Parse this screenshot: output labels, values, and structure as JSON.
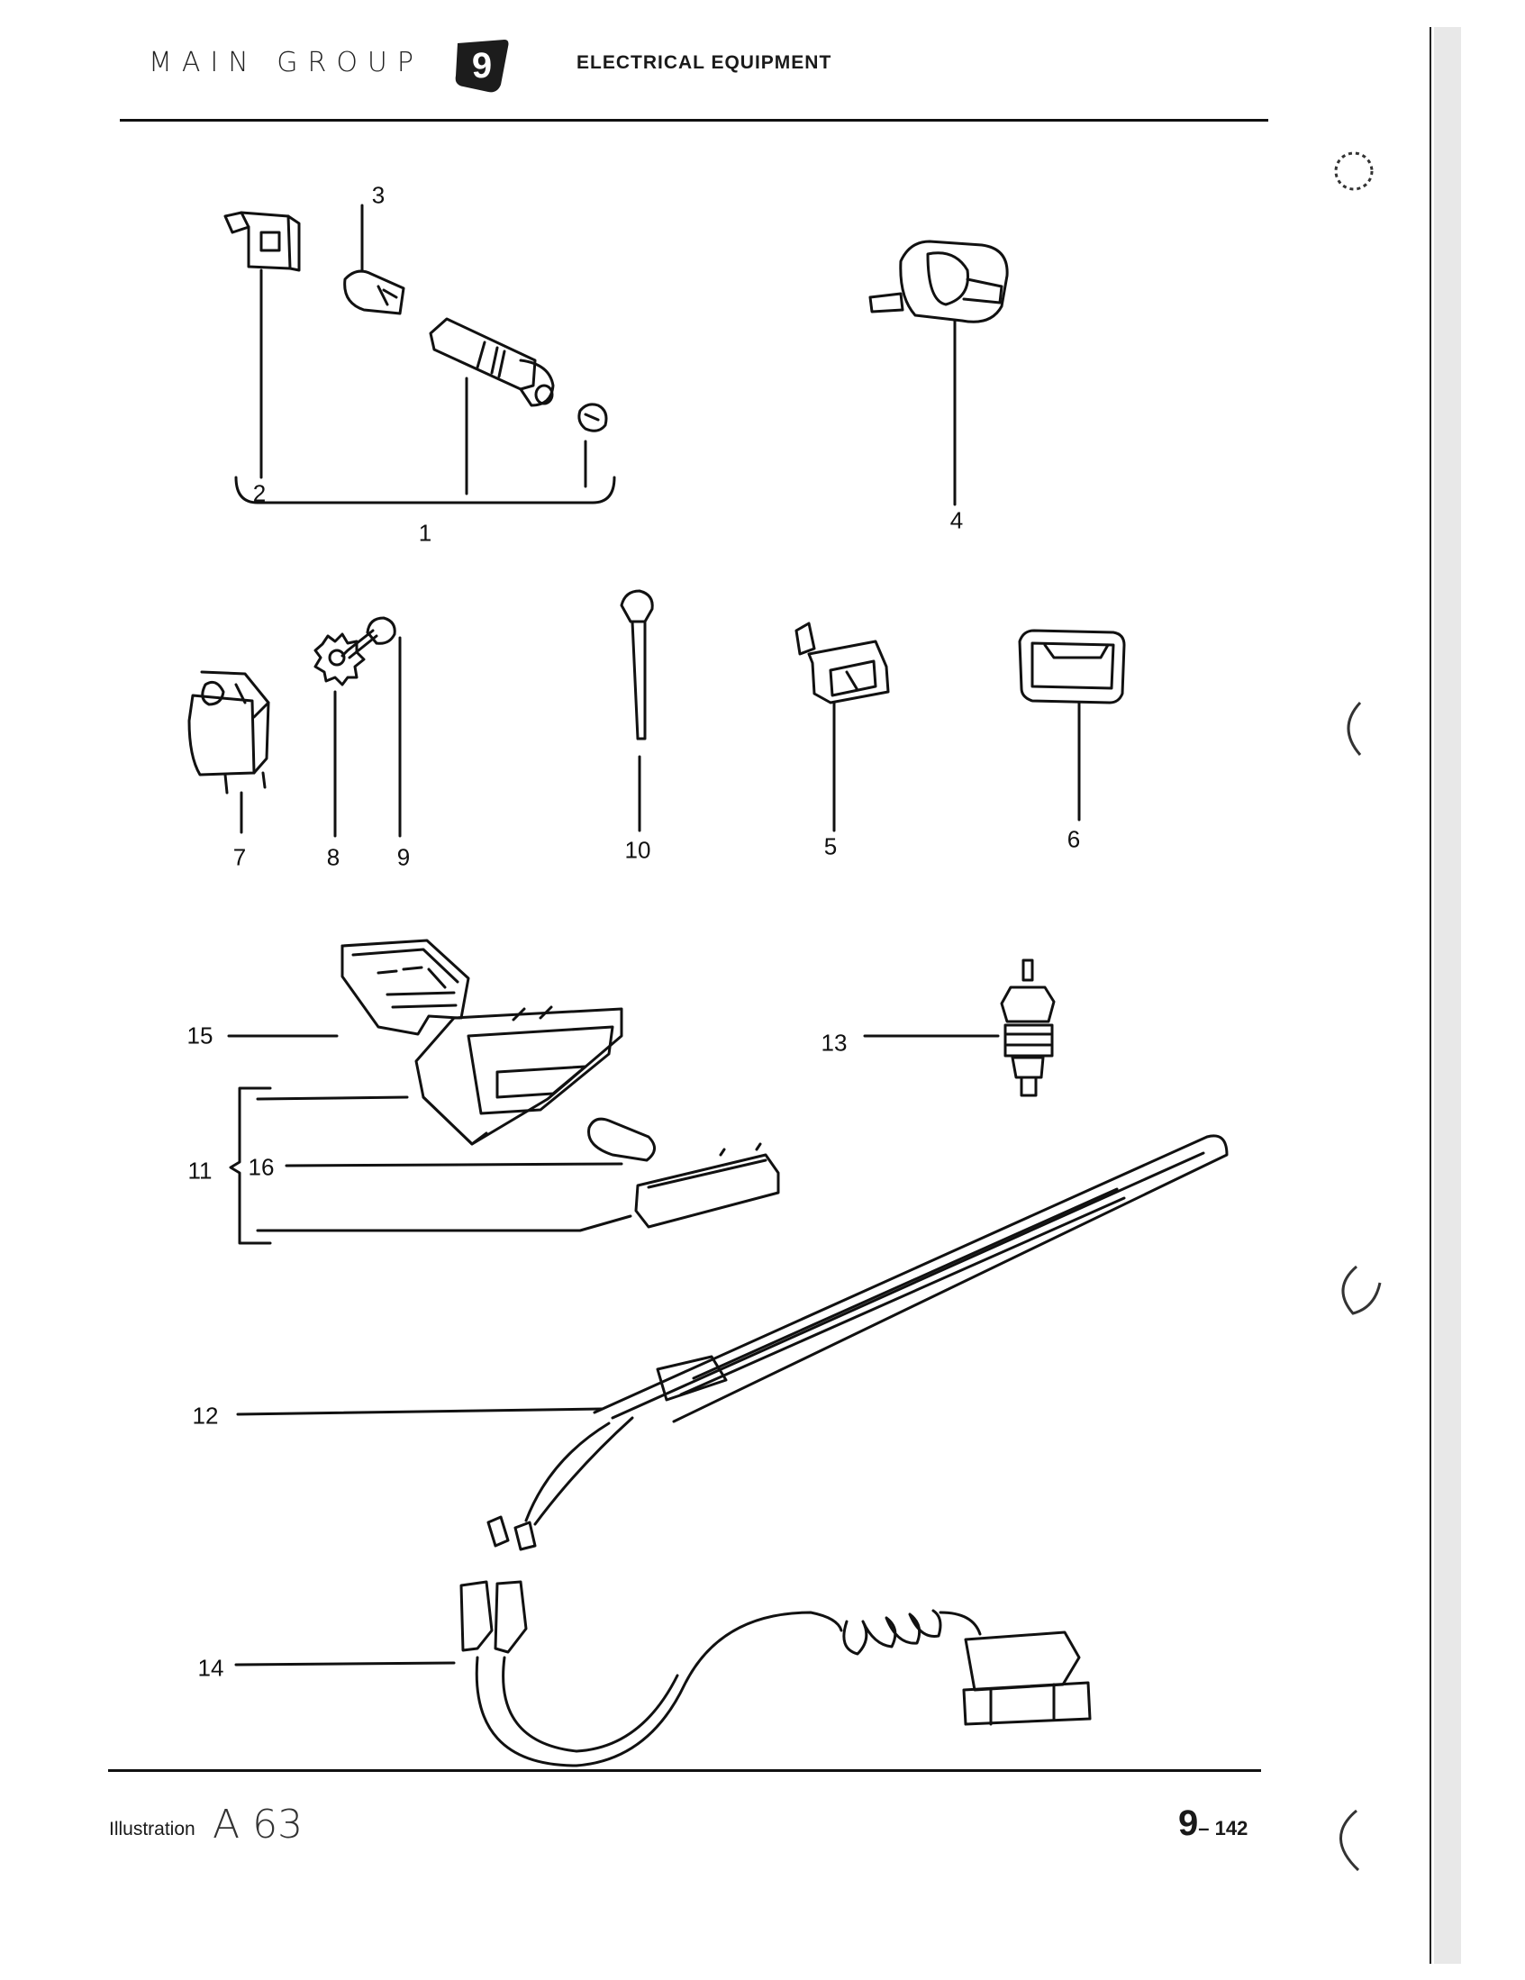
{
  "header": {
    "main_group": "MAIN GROUP",
    "group_number": "9",
    "section_title": "ELECTRICAL EQUIPMENT"
  },
  "callouts": {
    "c1": "1",
    "c2": "2",
    "c3": "3",
    "c4": "4",
    "c5": "5",
    "c6": "6",
    "c7": "7",
    "c8": "8",
    "c9": "9",
    "c10": "10",
    "c11": "11",
    "c12": "12",
    "c13": "13",
    "c14": "14",
    "c15": "15",
    "c16": "16"
  },
  "footer": {
    "illustration_label": "Illustration",
    "illustration_id": "A 63",
    "page_major": "9",
    "page_minor": "– 142"
  }
}
